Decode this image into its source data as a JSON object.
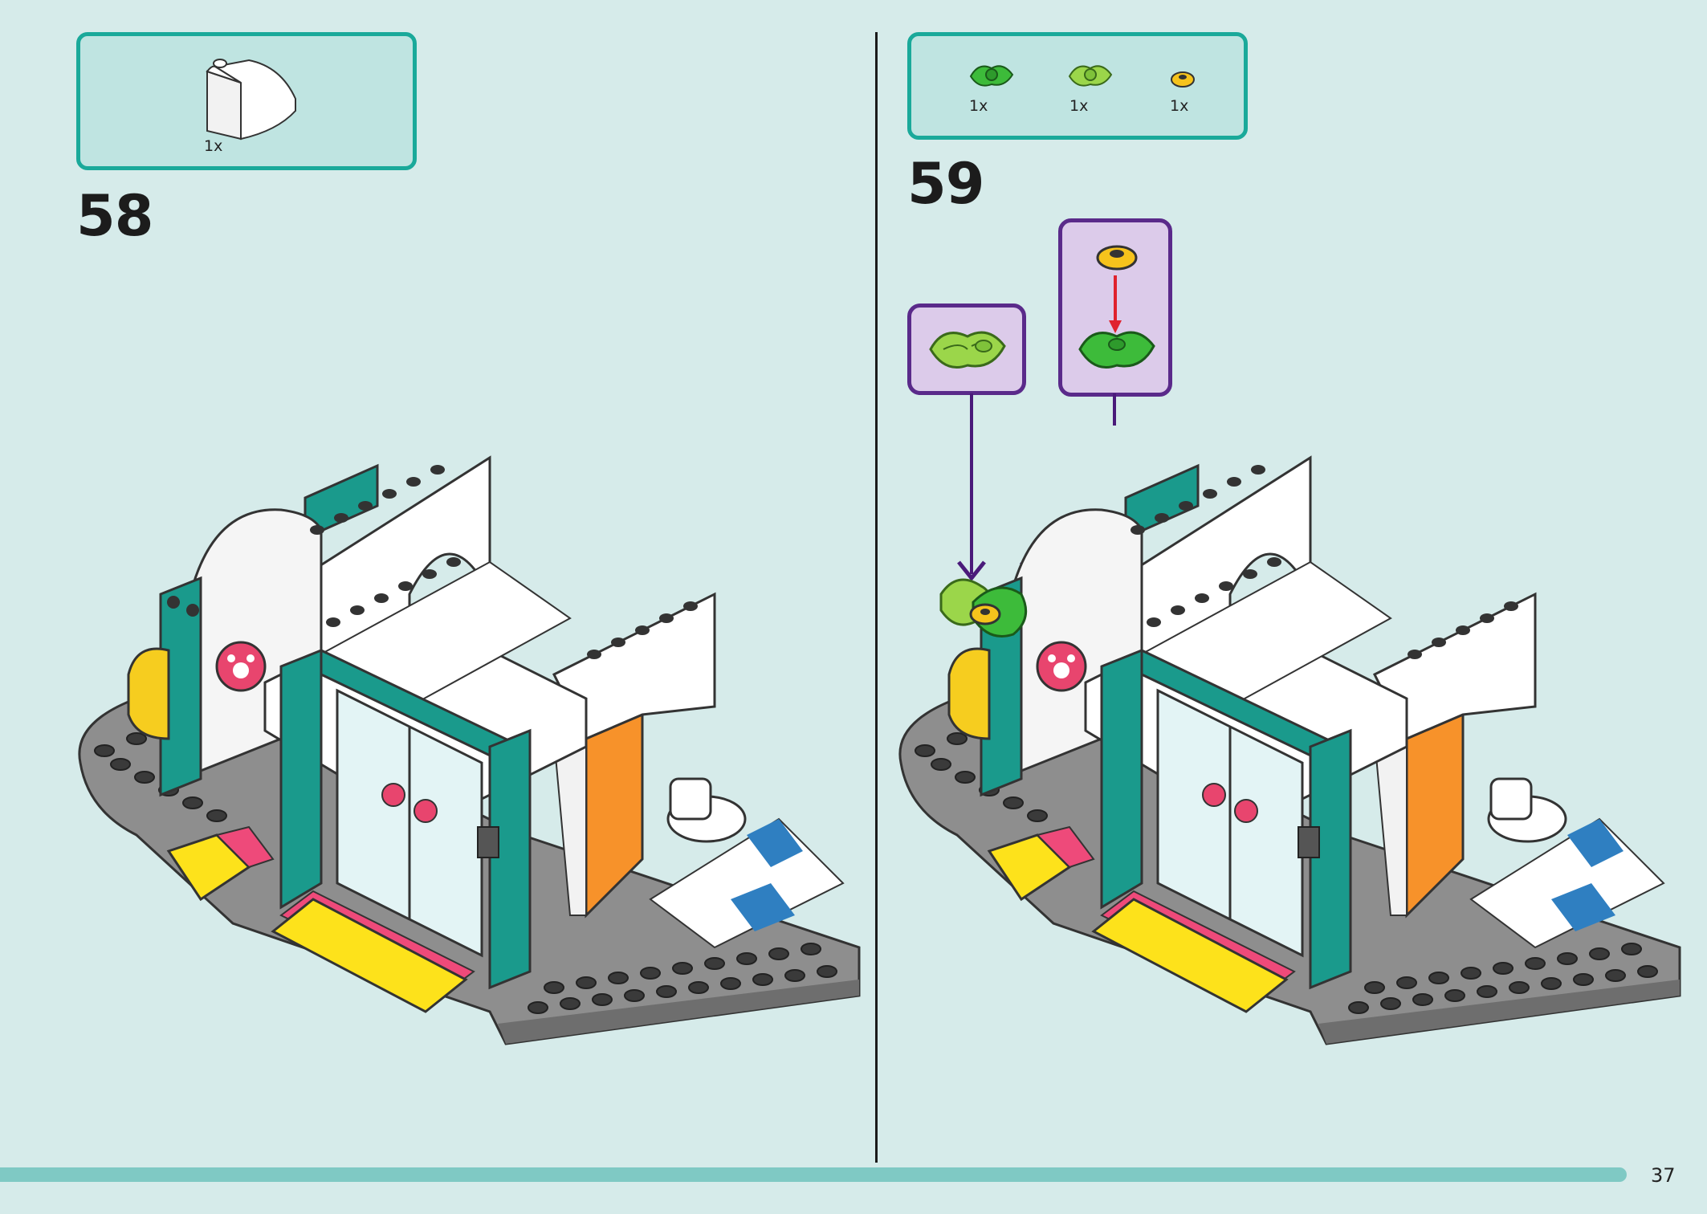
{
  "page": {
    "number": "37"
  },
  "step58": {
    "number": "58",
    "parts": [
      {
        "qty": "1x",
        "icon": "white-curved-slope-brick"
      }
    ]
  },
  "step59": {
    "number": "59",
    "parts": [
      {
        "qty": "1x",
        "icon": "green-leaf-plant-piece"
      },
      {
        "qty": "1x",
        "icon": "lime-leaf-plant-piece"
      },
      {
        "qty": "1x",
        "icon": "yellow-flower-piece"
      }
    ]
  },
  "colors": {
    "page_bg": "#d6ebea",
    "parts_box_bg": "#bfe4e1",
    "parts_box_border": "#1aa99a",
    "callout_bg": "#dccbea",
    "callout_border": "#5a2a8a",
    "arrow_red": "#e0222e",
    "teal_brick": "#1a9a8c",
    "footer_bar": "#7fc9c4"
  }
}
